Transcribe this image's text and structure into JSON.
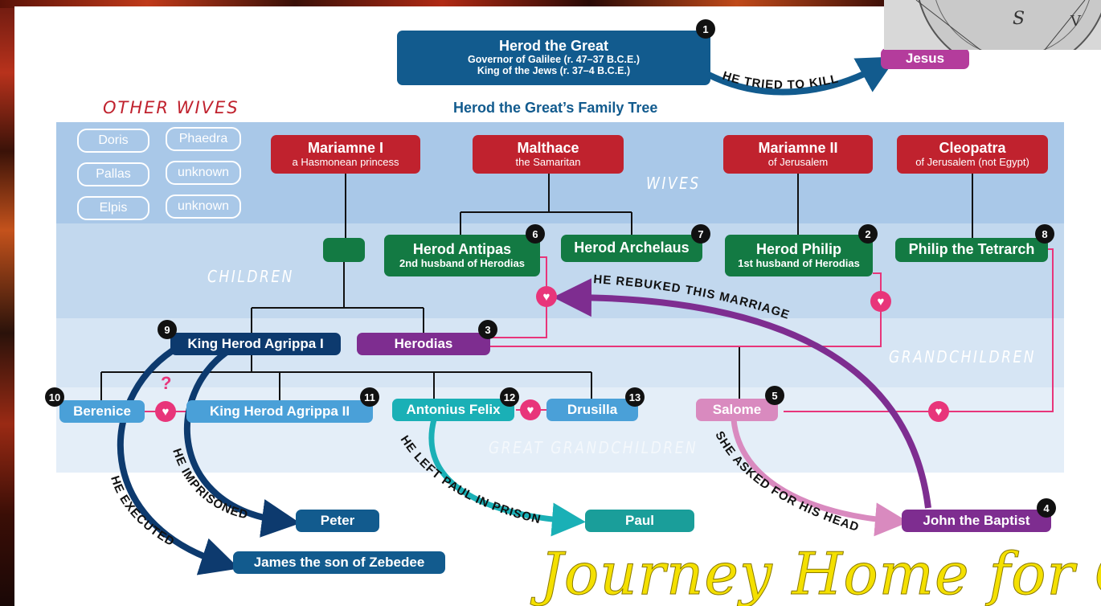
{
  "herod_great": {
    "title": "Herod the Great",
    "line1": "Governor of Galilee (r. 47–37 B.C.E.)",
    "line2": "King of the Jews (r. 37–4 B.C.E.)",
    "badge": "1"
  },
  "jesus": "Jesus",
  "tried_to_kill": "HE TRIED TO KILL",
  "tree_title": "Herod the Great’s Family Tree",
  "other_wives": {
    "heading": "OTHER WIVES",
    "names": [
      "Doris",
      "Phaedra",
      "Pallas",
      "unknown",
      "Elpis",
      "unknown"
    ]
  },
  "bands": {
    "wives": "WIVES",
    "children": "CHILDREN",
    "grandchildren": "GRANDCHILDREN",
    "great_grandchildren": "GREAT GRANDCHILDREN"
  },
  "wives": [
    {
      "name": "Mariamne I",
      "desc": "a Hasmonean princess"
    },
    {
      "name": "Malthace",
      "desc": "the Samaritan"
    },
    {
      "name": "Mariamne II",
      "desc": "of Jerusalem"
    },
    {
      "name": "Cleopatra",
      "desc": "of Jerusalem (not Egypt)"
    }
  ],
  "children": {
    "antipas": {
      "name": "Herod Antipas",
      "desc": "2nd husband of Herodias",
      "badge": "6"
    },
    "archelaus": {
      "name": "Herod Archelaus",
      "badge": "7"
    },
    "philip": {
      "name": "Herod Philip",
      "desc": "1st husband of Herodias",
      "badge": "2"
    },
    "tetrarch": {
      "name": "Philip the Tetrarch",
      "badge": "8"
    }
  },
  "grandchildren": {
    "agrippa1": {
      "name": "King Herod Agrippa I",
      "badge": "9"
    },
    "herodias": {
      "name": "Herodias",
      "badge": "3"
    },
    "salome": {
      "name": "Salome",
      "badge": "5"
    }
  },
  "great_grandchildren": {
    "berenice": {
      "name": "Berenice",
      "badge": "10"
    },
    "agrippa2": {
      "name": "King Herod Agrippa II",
      "badge": "11"
    },
    "felix": {
      "name": "Antonius Felix",
      "badge": "12"
    },
    "drusilla": {
      "name": "Drusilla",
      "badge": "13"
    }
  },
  "question_mark": "?",
  "targets": {
    "peter": "Peter",
    "james": "James the son of Zebedee",
    "paul": "Paul",
    "john": {
      "name": "John the Baptist",
      "badge": "4"
    }
  },
  "arrow_labels": {
    "executed": "HE EXECUTED",
    "imprisoned": "HE IMPRISONED",
    "left_paul": "HE LEFT PAUL IN PRISON",
    "asked_head": "SHE ASKED FOR HIS HEAD",
    "rebuked": "HE REBUKED THIS MARRIAGE"
  },
  "watermark": "Journey Home for C",
  "colors": {
    "wife_red": "#c0222e",
    "child_green": "#137a43",
    "herodias_purple": "#7e2d90",
    "agrippa_navy": "#0d3a6e",
    "great_blue": "#4aa0d8",
    "felix_teal": "#1ab0b6",
    "salome_pink": "#d98abf",
    "jesus_magenta": "#b43c9c",
    "herod_blue": "#125b8e",
    "heart_pink": "#e8357a",
    "watermark_yellow": "#f4e000"
  }
}
